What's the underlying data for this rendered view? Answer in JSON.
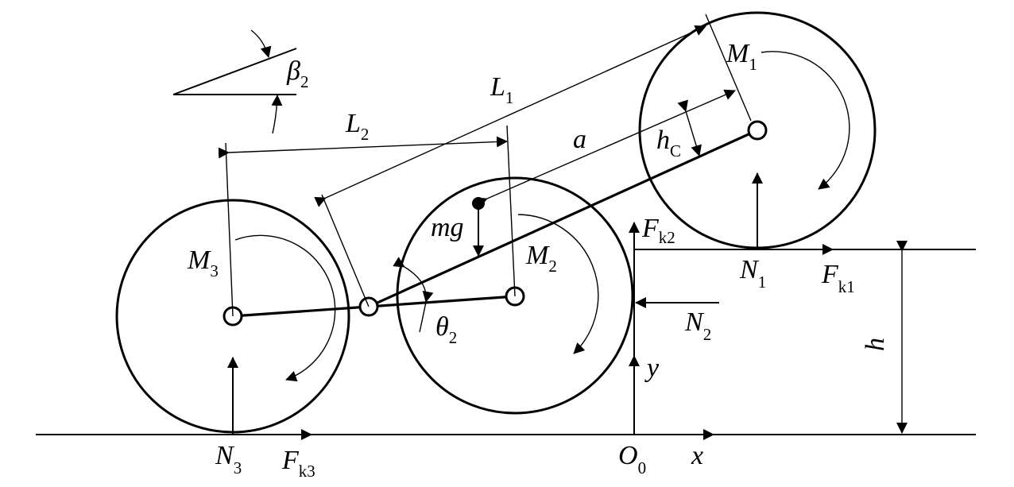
{
  "labels": {
    "beta": {
      "main": "β",
      "sub": "2"
    },
    "theta": {
      "main": "θ",
      "sub": "2"
    },
    "L1": {
      "main": "L",
      "sub": "1"
    },
    "L2": {
      "main": "L",
      "sub": "2"
    },
    "a": {
      "main": "a"
    },
    "hc": {
      "main": "h",
      "sub": "C"
    },
    "mg": {
      "main": "mg"
    },
    "M1": {
      "main": "M",
      "sub": "1"
    },
    "M2": {
      "main": "M",
      "sub": "2"
    },
    "M3": {
      "main": "M",
      "sub": "3"
    },
    "N1": {
      "main": "N",
      "sub": "1"
    },
    "N2": {
      "main": "N",
      "sub": "2"
    },
    "N3": {
      "main": "N",
      "sub": "3"
    },
    "Fk1": {
      "main": "F",
      "sub": "k1"
    },
    "Fk2": {
      "main": "F",
      "sub": "k2"
    },
    "Fk3": {
      "main": "F",
      "sub": "k3"
    },
    "h": {
      "main": "h"
    },
    "x": {
      "main": "x"
    },
    "y": {
      "main": "y"
    },
    "O0": {
      "main": "O",
      "sub": "0"
    }
  }
}
